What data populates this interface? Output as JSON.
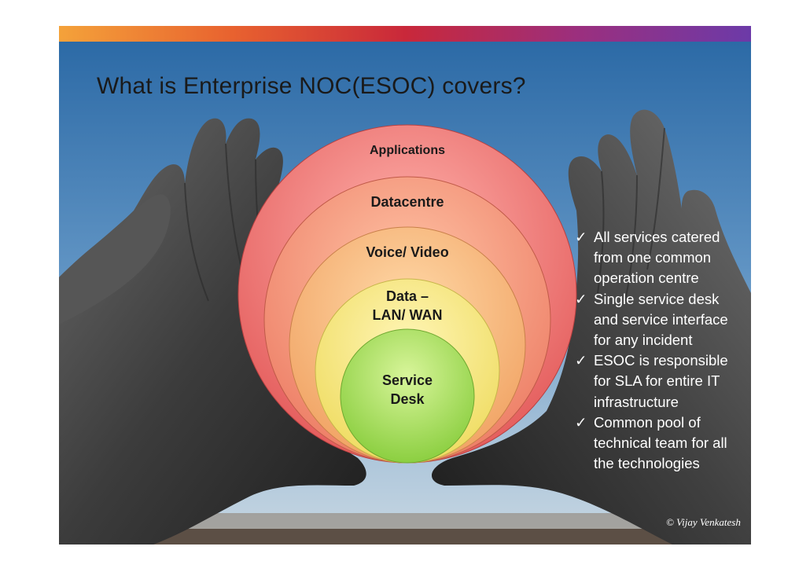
{
  "slide": {
    "title": "What is Enterprise NOC(ESOC)  covers?",
    "copyright": "© Vijay Venkatesh"
  },
  "diagram": {
    "layers": [
      {
        "label": "Applications",
        "color": "#f06868"
      },
      {
        "label": "Datacentre",
        "color": "#f58a72"
      },
      {
        "label": "Voice/ Video",
        "color": "#f7b57a"
      },
      {
        "label": "Data –\nLAN/ WAN",
        "color": "#f3e27a"
      },
      {
        "label": "Service\nDesk",
        "color": "#98d84a"
      }
    ]
  },
  "bullets": [
    "All services catered from one common operation centre",
    "Single service desk and service interface for any incident",
    "ESOC is responsible for SLA for entire IT infrastructure",
    "Common pool of technical team for all the technologies"
  ],
  "colors": {
    "sky_top": "#2f6fa8",
    "sky_bottom": "#b9cfe0",
    "hands": "#3a3a3a",
    "title_text": "#1a1a1a"
  }
}
